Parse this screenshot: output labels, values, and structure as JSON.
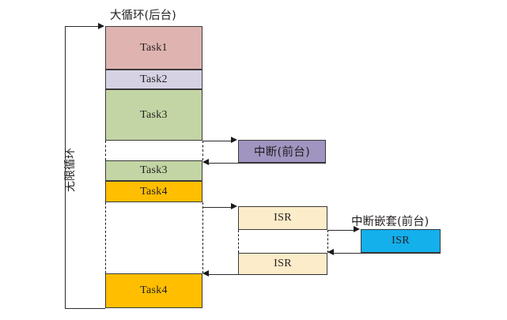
{
  "diagram": {
    "title": "大循环(后台)",
    "loop_label": "无限循环",
    "interrupt_label": "中断(前台)",
    "nested_interrupt_label": "中断嵌套(前台)",
    "bottom_caption": "",
    "colors": {
      "task1": "#dfb4b0",
      "task2": "#d6d2e4",
      "task3": "#c3d5a4",
      "task4": "#ffbf00",
      "interrupt": "#a094c0",
      "isr": "#fcecc9",
      "nested_isr": "#13b0ec",
      "stroke": "#3a3a3a"
    }
  },
  "background_column": {
    "name": "大循环(后台)",
    "blocks": [
      {
        "label": "Task1",
        "color_key": "task1"
      },
      {
        "label": "Task2",
        "color_key": "task2"
      },
      {
        "label": "Task3",
        "color_key": "task3"
      },
      {
        "label": "Task3",
        "color_key": "task3"
      },
      {
        "label": "Task4",
        "color_key": "task4"
      },
      {
        "label": "Task4",
        "color_key": "task4"
      }
    ]
  },
  "foreground_interrupt": {
    "label": "中断(前台)"
  },
  "isr_column": {
    "blocks": [
      {
        "label": "ISR"
      },
      {
        "label": "ISR"
      }
    ]
  },
  "nested_interrupt": {
    "title": "中断嵌套(前台)",
    "block": {
      "label": "ISR"
    }
  }
}
